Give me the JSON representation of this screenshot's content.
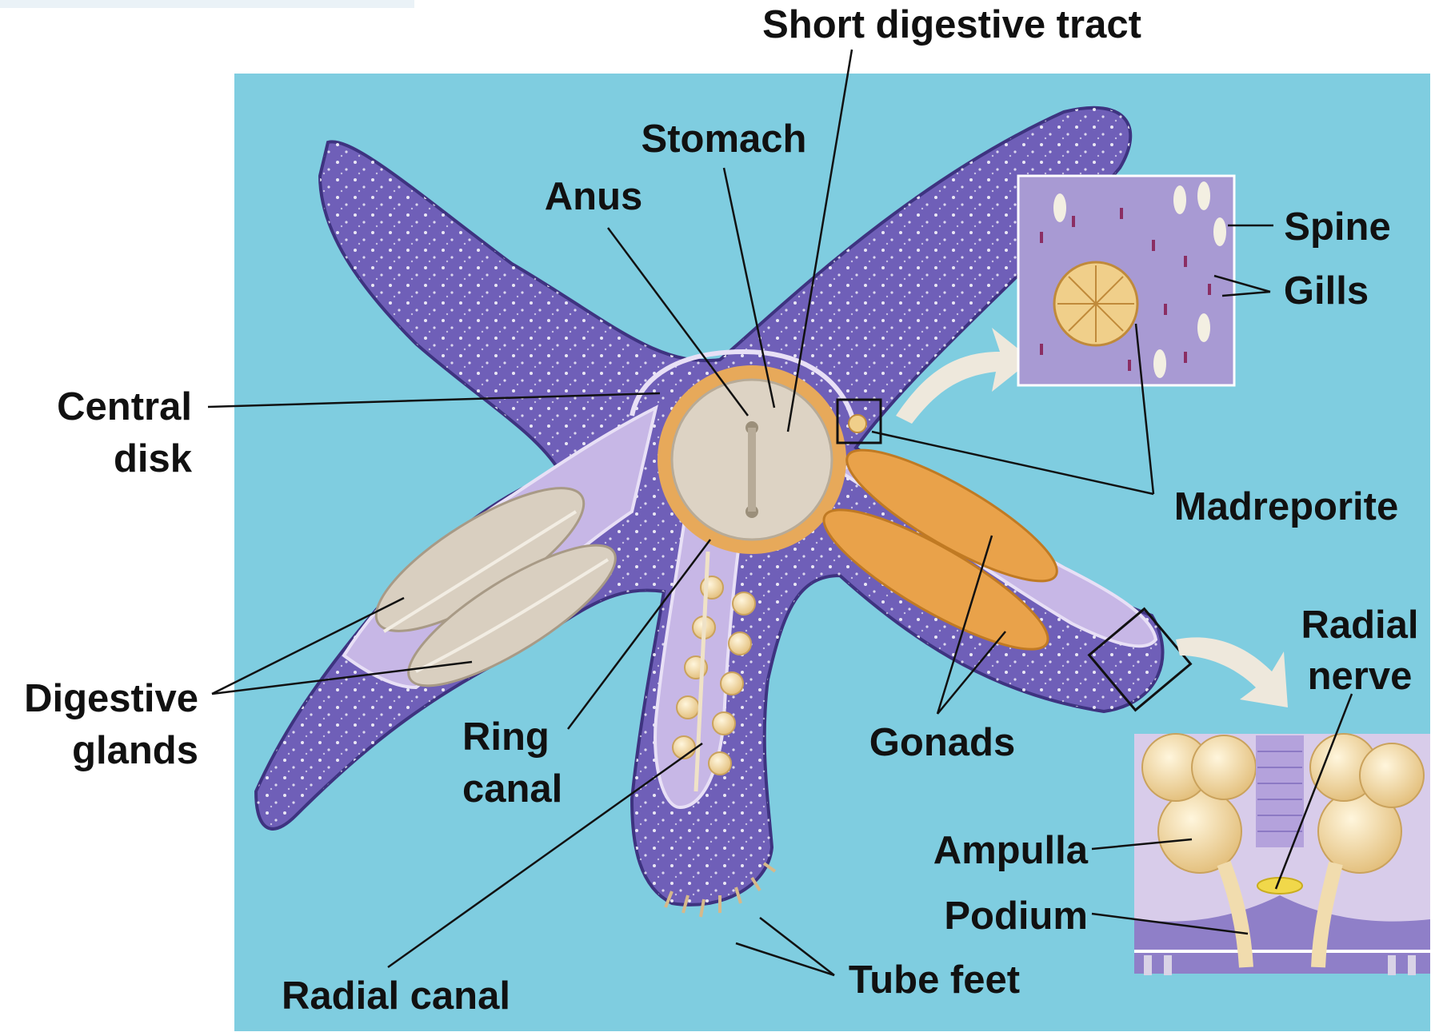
{
  "labels": {
    "short_digestive_tract": "Short digestive tract",
    "stomach": "Stomach",
    "anus": "Anus",
    "spine": "Spine",
    "gills": "Gills",
    "central_disk_line1": "Central",
    "central_disk_line2": "disk",
    "madreporite": "Madreporite",
    "radial_nerve_line1": "Radial",
    "radial_nerve_line2": "nerve",
    "digestive_glands_line1": "Digestive",
    "digestive_glands_line2": "glands",
    "ring_canal_line1": "Ring",
    "ring_canal_line2": "canal",
    "gonads": "Gonads",
    "ampulla": "Ampulla",
    "podium": "Podium",
    "tube_feet": "Tube feet",
    "radial_canal": "Radial canal"
  },
  "colors": {
    "background_panel": "#7fcde0",
    "sea_star_body": "#6f5fb8",
    "sea_star_inner": "#b8a6dc",
    "digestive_tissue": "#d9cfc0",
    "gonads": "#e9a24a",
    "ampullae": "#f1dcae",
    "radial_nerve": "#f1d84a"
  }
}
